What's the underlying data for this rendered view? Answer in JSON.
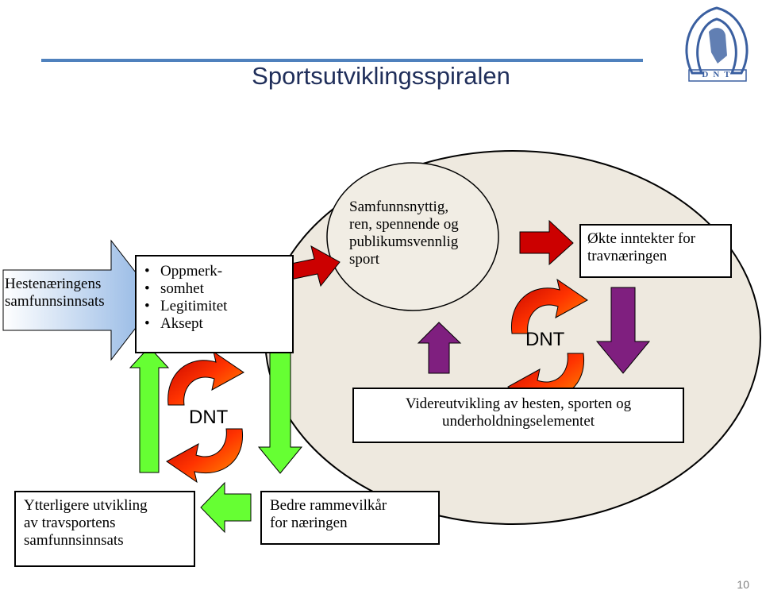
{
  "title": "Sportsutviklingsspiralen",
  "logo": {
    "text": "DNT",
    "icon": "horse-horseshoe-logo"
  },
  "left_arrow": {
    "text_line1": "Hestenæringens",
    "text_line2": "samfunnsinnsats"
  },
  "bullets": [
    "Oppmerk-",
    "somhet",
    "Legitimitet",
    "Aksept"
  ],
  "circle_text": [
    "Samfunnsnyttig,",
    "ren, spennende og",
    "publikumsvennlig",
    "sport"
  ],
  "income_box": [
    "Økte inntekter for",
    "travnæringen"
  ],
  "dnt_right": "DNT",
  "dnt_left": "DNT",
  "development_box": [
    "Videreutvikling av hesten, sporten og",
    "underholdningselementet"
  ],
  "framework_box": [
    "Bedre rammevilkår",
    "for næringen"
  ],
  "further_box": [
    "Ytterligere utvikling",
    "av travsportens",
    "samfunnsinnsats"
  ],
  "page_number": "10",
  "colors": {
    "ellipse_fill": "#eee9df",
    "small_circle_fill": "#f1ede4",
    "green_arrow": "#66ff33",
    "purple_arrow": "#7f1f7f",
    "red_arrow": "#cc0000",
    "blue_arrow_fill": "#c6d9f1",
    "title_rule": "#4f81bd"
  }
}
